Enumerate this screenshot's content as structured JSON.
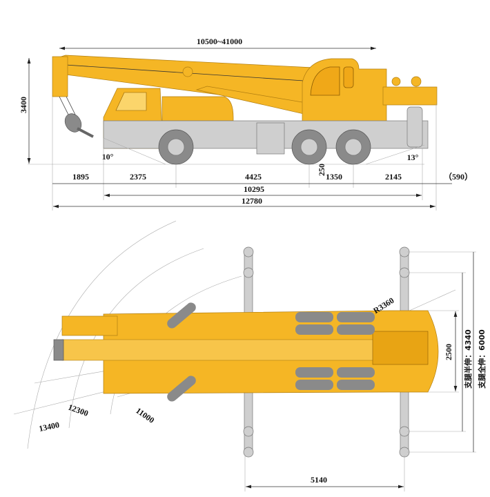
{
  "side_view": {
    "boom_length": "10500~41000",
    "height": "3400",
    "angle_front": "10°",
    "angle_rear": "13°",
    "ground_clearance": "250",
    "segments": [
      "1895",
      "2375",
      "4425",
      "1350",
      "2145",
      "（590）"
    ],
    "wheelbase_total": "10295",
    "overall_length": "12780"
  },
  "top_view": {
    "radius_tail": "R3360",
    "body_width": "2500",
    "outrigger_half": "支腿半伸：4340",
    "outrigger_full": "支腿全伸：6000",
    "outrigger_span": "5140",
    "radius_1": "11000",
    "radius_2": "12300",
    "radius_3": "13400"
  },
  "colors": {
    "body": "#f5b625",
    "chassis": "#cfcfcf",
    "tire": "#8a8a8a"
  }
}
